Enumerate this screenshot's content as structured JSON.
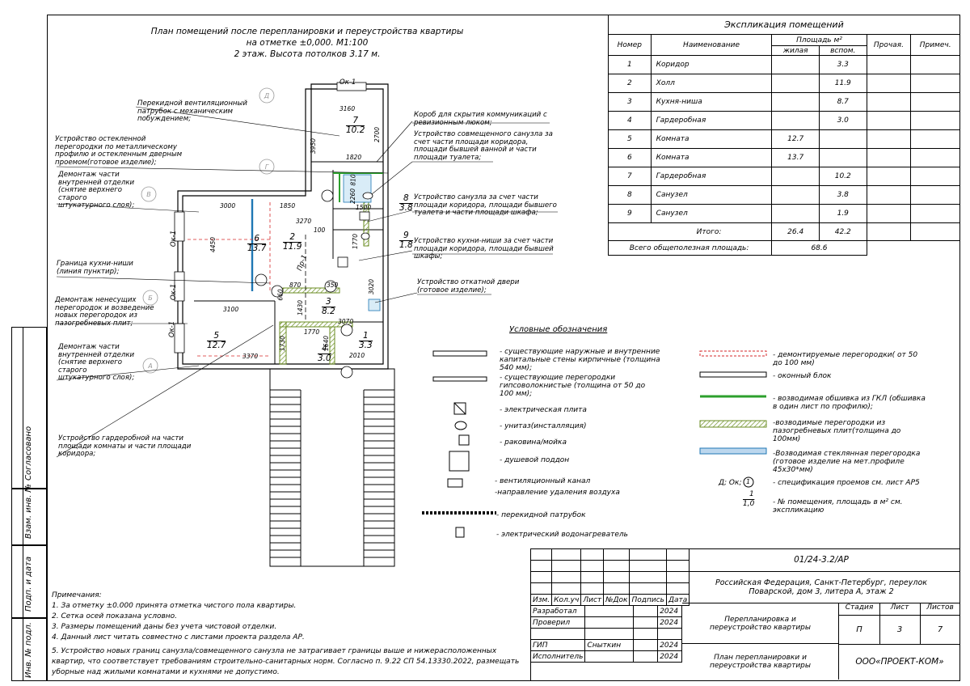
{
  "plan_title": {
    "line1": "План помещений после перепланировки и переустройства квартиры",
    "line2": "на отметке ±0,000. М1:100",
    "line3": "2 этаж. Высота потолков 3.17 м."
  },
  "explication": {
    "title": "Экспликация помещений",
    "headers": {
      "num": "Номер",
      "name": "Наименование",
      "area": "Площадь м²",
      "living": "жилая",
      "aux": "вспом.",
      "other": "Прочая.",
      "note": "Примеч."
    },
    "rows": [
      {
        "num": "1",
        "name": "Коридор",
        "living": "",
        "aux": "3.3"
      },
      {
        "num": "2",
        "name": "Холл",
        "living": "",
        "aux": "11.9"
      },
      {
        "num": "3",
        "name": "Кухня-ниша",
        "living": "",
        "aux": "8.7"
      },
      {
        "num": "4",
        "name": "Гардеробная",
        "living": "",
        "aux": "3.0"
      },
      {
        "num": "5",
        "name": "Комната",
        "living": "12.7",
        "aux": ""
      },
      {
        "num": "6",
        "name": "Комната",
        "living": "13.7",
        "aux": ""
      },
      {
        "num": "7",
        "name": "Гардеробная",
        "living": "",
        "aux": "10.2"
      },
      {
        "num": "8",
        "name": "Санузел",
        "living": "",
        "aux": "3.8"
      },
      {
        "num": "9",
        "name": "Санузел",
        "living": "",
        "aux": "1.9"
      }
    ],
    "total_label": "Итого:",
    "total_living": "26.4",
    "total_aux": "42.2",
    "useful_label": "Всего общеполезная площадь:",
    "useful_value": "68.6"
  },
  "callouts": {
    "vent": "Перекидной вентиляционный патрубок с механическим побуждением;",
    "glass": "Устройство остекленной перегородки по металлическому профилю и остекленным дверным проемом(готовое изделие);",
    "demont1": "Демонтаж части внутренней отделки (снятие верхнего старого штукатурного слоя);",
    "kitchen_border": "Граница кухни-ниши (линия пунктир);",
    "demont_part": "Демонтаж ненесущих перегородок и возведение новых перегородок из пазогребневых плит;",
    "demont2": "Демонтаж части внутренней отделки (снятие верхнего старого штукатурного слоя);",
    "wardrobe": "Устройство гардеробной на части площади комнаты и части площади коридора;",
    "box": "Короб для скрытия коммуникаций с ревизионным люком;",
    "combined_wc": "Устройство совмещенного санузла за счет части площади коридора, площади бывшей ванной и части площади туалета;",
    "wc8": "Устройство санузла за счет части площади коридора, площади бывшего туалета и части площади шкафа;",
    "kitchen": "Устройство кухни-ниши за счет части площади коридора, площади бывшей шкафы;",
    "sliding": "Устройство откатной двери (готовое изделие);"
  },
  "plan": {
    "rooms": [
      {
        "id": "7",
        "area": "10.2"
      },
      {
        "id": "2",
        "area": "11.9"
      },
      {
        "id": "6",
        "area": "13.7"
      },
      {
        "id": "8",
        "area": "3.8"
      },
      {
        "id": "9",
        "area": "1.8"
      },
      {
        "id": "3",
        "area": "8.2"
      },
      {
        "id": "5",
        "area": "12.7"
      },
      {
        "id": "4",
        "area": "3.0"
      },
      {
        "id": "1",
        "area": "3.3"
      }
    ],
    "ok_labels": [
      "Ок-1",
      "Ок-1",
      "Ок-1",
      "Ок-1"
    ],
    "pr_label": "Пр-1",
    "dims": [
      "3160",
      "3950",
      "1820",
      "2700",
      "3000",
      "1850",
      "3270",
      "4450",
      "2260",
      "810",
      "1500",
      "1770",
      "100",
      "1730",
      "3100",
      "3370",
      "870",
      "350",
      "3070",
      "1770",
      "2010",
      "1640",
      "3020",
      "660",
      "1430"
    ],
    "axes": [
      "Д",
      "Г",
      "В",
      "Б",
      "А"
    ]
  },
  "legend": {
    "title": "Условные обозначения",
    "items": [
      "- существующие наружные и внутренние капитальные стены кирпичные (толщина 540 мм);",
      "- существующие перегородки гипсоволокнистые (толщина от 50 до 100 мм);",
      "- электрическая плита",
      "- унитаз(инсталляция)",
      "- раковина/мойка",
      "- душевой поддон",
      "- вентиляционный канал",
      "-направление удаления воздуха",
      "- перекидной патрубок",
      "- электрический водонагреватель"
    ],
    "items_right": [
      "- демонтируемые перегородки( от 50 до 100 мм)",
      "- оконный блок",
      "- возводимая обшивка из ГКЛ (обшивка в один лист по профилю);",
      "-возводимые перегородки из пазогребневых плит(толщина до 100мм)",
      "-Возводимая стеклянная перегородка (готовое изделие на мет.профиле 45х30*мм)",
      "- спецификация проемов см. лист АР5",
      "- № помещения, площадь в м² см. экспликацию"
    ],
    "spec_label": "Д; Ок;",
    "spec_num": "1",
    "room_sample_num": "1",
    "room_sample_area": "1,0"
  },
  "notes": {
    "title": "Примечания:",
    "lines": [
      "1.  За отметку ±0.000 принята отметка чистого пола квартиры.",
      "2.  Сетка осей показана условно.",
      "3.  Размеры помещений даны без учета чистовой отделки.",
      "4.  Данный лист читать совместно с листами проекта раздела АР.",
      "5. Устройство новых границ санузла/совмещенного санузла не затрагивает границы выше и нижерасположенных",
      "квартир, что соответствует требованиям строительно-санитарных норм. Согласно п. 9.22 СП 54.13330.2022, размещать",
      "уборные над жилыми комнатами и кухнями не допустимо."
    ]
  },
  "side_strip": [
    "Согласовано",
    "Взам. инв. №",
    "Подп. и дата",
    "Инв. № подл."
  ],
  "title_block": {
    "code": "01/24-3.2/АР",
    "address": "Российская Федерация, Санкт-Петербург, переулок Поварской, дом 3, литера А, этаж 2",
    "headers": [
      "Изм.",
      "Кол.уч",
      "Лист",
      "№Док",
      "Подпись",
      "Дата"
    ],
    "people": [
      {
        "role": "Разработал",
        "name": "",
        "date": "2024"
      },
      {
        "role": "Проверил",
        "name": "",
        "date": "2024"
      },
      {
        "role": "",
        "name": "",
        "date": ""
      },
      {
        "role": "ГИП",
        "name": "Сныткин",
        "date": "2024"
      },
      {
        "role": "Исполнитель",
        "name": "",
        "date": "2024"
      }
    ],
    "project": "Перепланировка и переустройство квартиры",
    "stage_label": "Стадия",
    "sheet_label": "Лист",
    "sheets_label": "Листов",
    "stage": "П",
    "sheet": "3",
    "sheets": "7",
    "drawing": "План перепланировки и переустройства квартиры",
    "company": "ООО«ПРОЕКТ-КОМ»"
  }
}
